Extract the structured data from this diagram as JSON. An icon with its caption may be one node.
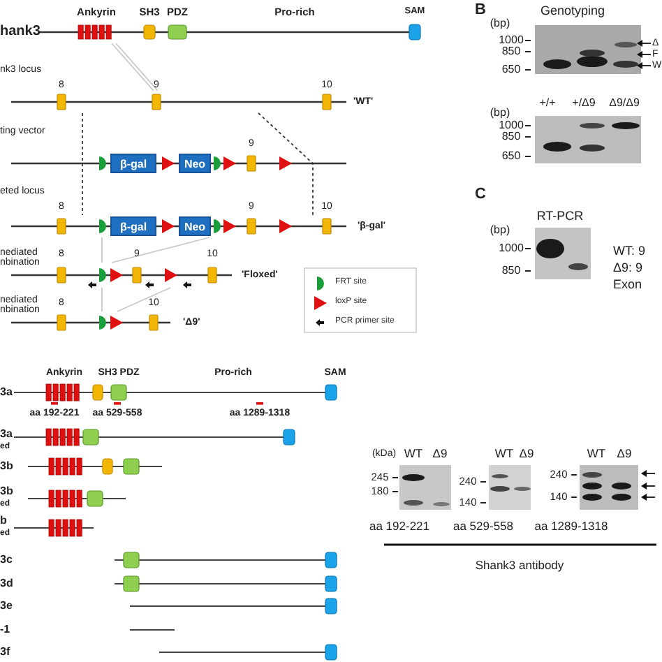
{
  "diagram": {
    "nodes": [
      {
        "text": [],
        "shape": "bar"
      },
      {
        "text": [],
        "shape": "bar"
      },
      {
        "text": [],
        "shape": "bar"
      },
      {
        "text": [
          "β-gal"
        ],
        "in": 2
      },
      {
        "text": [
          "Neo"
        ],
        "in": 2
      },
      {
        "text": [],
        "shape": "bar"
      },
      {
        "text": [
          "β-gal"
        ],
        "in": 5
      },
      {
        "text": [
          "Neo"
        ],
        "in": 5
      },
      {
        "text": [],
        "shape": "bar"
      },
      {
        "text": [],
        "shape": "bar"
      }
    ],
    "edges": [
      {
        "from": 0,
        "to": 1,
        "arrow": "none"
      },
      {
        "from": 0,
        "to": 1,
        "arrow": "none"
      },
      {
        "from": 1,
        "to": 5,
        "arrow": "none",
        "style": "dashed",
        "color": "#333333"
      },
      {
        "from": 1,
        "to": 5,
        "arrow": "none",
        "style": "dashed",
        "color": "#333333"
      },
      {
        "from": 5,
        "to": 8,
        "arrow": "none"
      },
      {
        "from": 5,
        "to": 8,
        "arrow": "none"
      },
      {
        "from": 8,
        "to": 9,
        "arrow": "none"
      },
      {
        "from": 8,
        "to": 9,
        "arrow": "none"
      }
    ],
    "labels": [
      "hank3",
      "Ankyrin",
      "SH3",
      "PDZ",
      "Pro-rich",
      "SAM",
      "nk3 locus",
      "8",
      "9",
      "10",
      "'WT'",
      "ting vector",
      "9",
      "eted locus",
      "8",
      "9",
      "10",
      "'β-gal'",
      "nediated nbination",
      "8",
      "9",
      "10",
      "'Floxed'",
      "nediated nbination",
      "8",
      "10",
      "'Δ9'",
      "B",
      "Genotyping",
      "(bp)",
      "1000",
      "850",
      "650",
      "Δ",
      "F",
      "W",
      "+/+",
      "+/Δ9",
      "Δ9/Δ9",
      "(bp)",
      "1000",
      "850",
      "650",
      "C",
      "RT-PCR",
      "(bp)",
      "1000",
      "850",
      "WT: 9",
      "Δ9: 9",
      "Exon",
      "Ankyrin",
      "SH3 PDZ",
      "Pro-rich",
      "SAM",
      "3a",
      "aa 192-221",
      "aa 529-558",
      "aa 1289-1318",
      "3a",
      "ed",
      "3b",
      "3b",
      "ed",
      "b",
      "ed",
      "3c",
      "3d",
      "3e",
      "-1",
      "3f",
      "(kDa)",
      "WT",
      "Δ9",
      "245",
      "180",
      "WT",
      "Δ9",
      "240",
      "140",
      "WT",
      "Δ9",
      "240",
      "140",
      "aa 192-221",
      "aa 529-558",
      "aa 1289-1318",
      "Shank3 antibody"
    ],
    "legend": [
      {
        "text": "FRT site"
      },
      {
        "text": "loxP site"
      },
      {
        "text": "PCR primer site"
      }
    ]
  }
}
